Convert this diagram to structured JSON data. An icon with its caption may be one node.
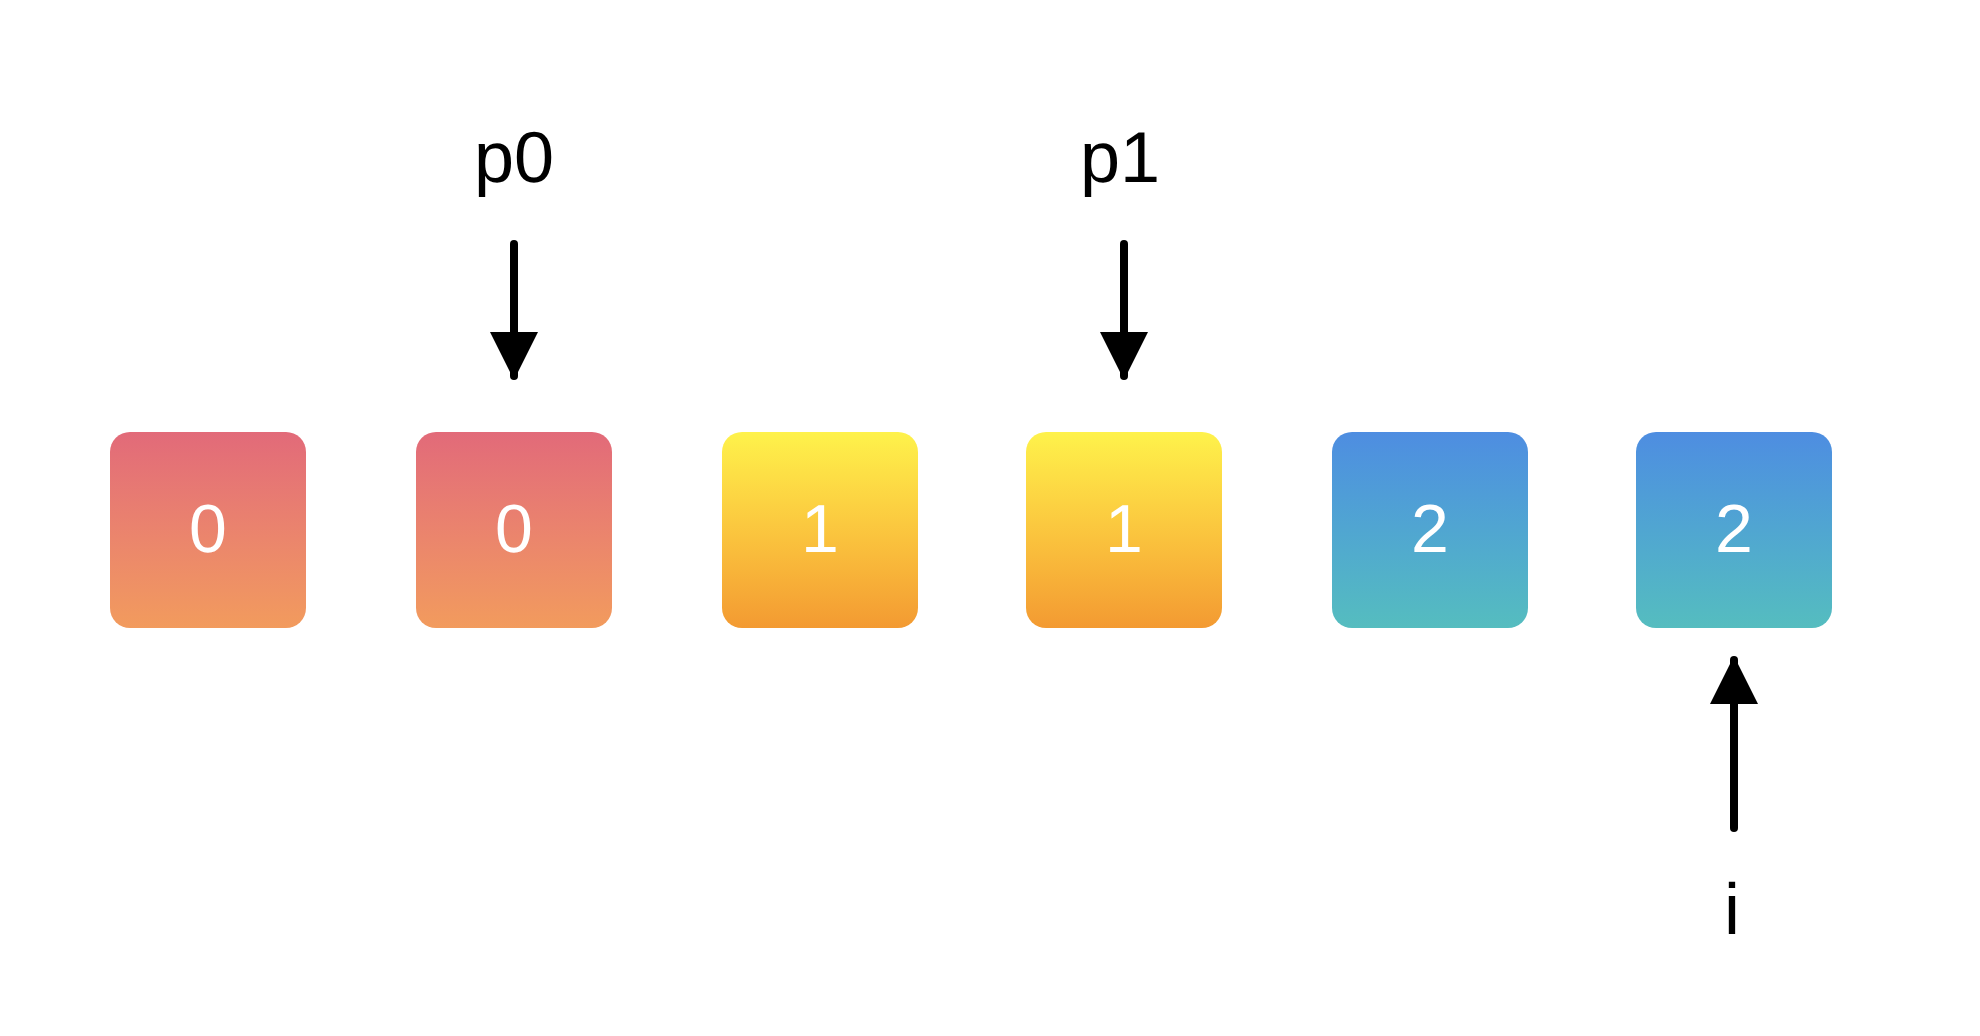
{
  "diagram": {
    "nodes": [
      {
        "text": [
          "0"
        ]
      },
      {
        "text": [
          "0"
        ]
      },
      {
        "text": [
          "1"
        ]
      },
      {
        "text": [
          "1"
        ]
      },
      {
        "text": [
          "2"
        ]
      },
      {
        "text": [
          "2"
        ]
      },
      {
        "text": [
          "p0"
        ]
      },
      {
        "text": [
          "p1"
        ]
      },
      {
        "text": [
          "i"
        ]
      }
    ],
    "edges": [
      {
        "from": 6,
        "to": 1,
        "arrow": "to"
      },
      {
        "from": 7,
        "to": 3,
        "arrow": "to"
      },
      {
        "from": 8,
        "to": 5,
        "arrow": "to"
      }
    ]
  }
}
